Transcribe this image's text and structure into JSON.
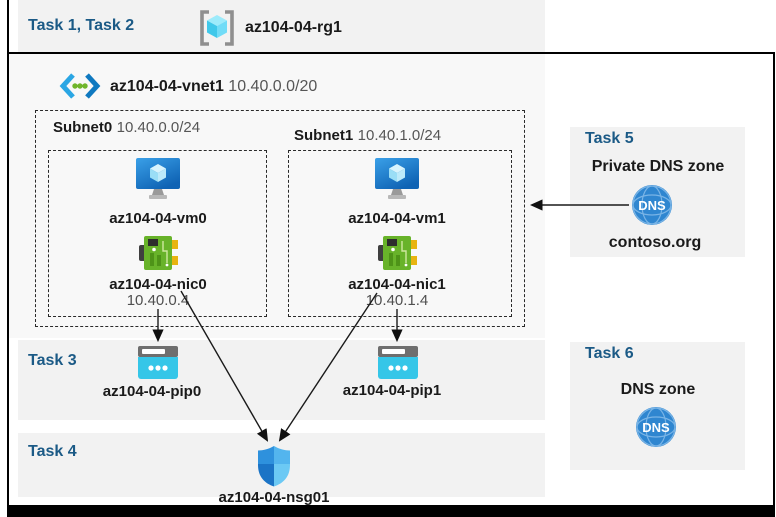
{
  "colors": {
    "task_blue": "#1b5a86",
    "band_gray": "#f2f2f2",
    "vnet_bg": "#f8f8f8",
    "pip_cyan": "#35c6e8",
    "nic_green": "#68b32a",
    "vm_blue": "#1779d0",
    "dns_blue": "#2f86d0",
    "shield_blue": "#2e91dd"
  },
  "top_band": {
    "task_label": "Task 1, Task 2",
    "rg_icon": "resource-group-icon",
    "rg_name": "az104-04-rg1"
  },
  "vnet": {
    "icon": "virtual-network-icon",
    "name": "az104-04-vnet1",
    "cidr": "10.40.0.0/20",
    "subnets": [
      {
        "name": "Subnet0",
        "cidr": "10.40.0.0/24",
        "vm": {
          "icon": "virtual-machine-icon",
          "name": "az104-04-vm0"
        },
        "nic": {
          "icon": "network-interface-icon",
          "name": "az104-04-nic0",
          "ip": "10.40.0.4"
        }
      },
      {
        "name": "Subnet1",
        "cidr": "10.40.1.0/24",
        "vm": {
          "icon": "virtual-machine-icon",
          "name": "az104-04-vm1"
        },
        "nic": {
          "icon": "network-interface-icon",
          "name": "az104-04-nic1",
          "ip": "10.40.1.4"
        }
      }
    ]
  },
  "task3": {
    "label": "Task 3",
    "pips": [
      {
        "icon": "public-ip-icon",
        "name": "az104-04-pip0"
      },
      {
        "icon": "public-ip-icon",
        "name": "az104-04-pip1"
      }
    ]
  },
  "task4": {
    "label": "Task 4",
    "nsg": {
      "icon": "network-security-group-icon",
      "name": "az104-04-nsg01"
    }
  },
  "task5": {
    "label": "Task 5",
    "title": "Private DNS zone",
    "dns_icon_text": "DNS",
    "zone_name": "contoso.org"
  },
  "task6": {
    "label": "Task 6",
    "title": "DNS zone",
    "dns_icon_text": "DNS"
  }
}
